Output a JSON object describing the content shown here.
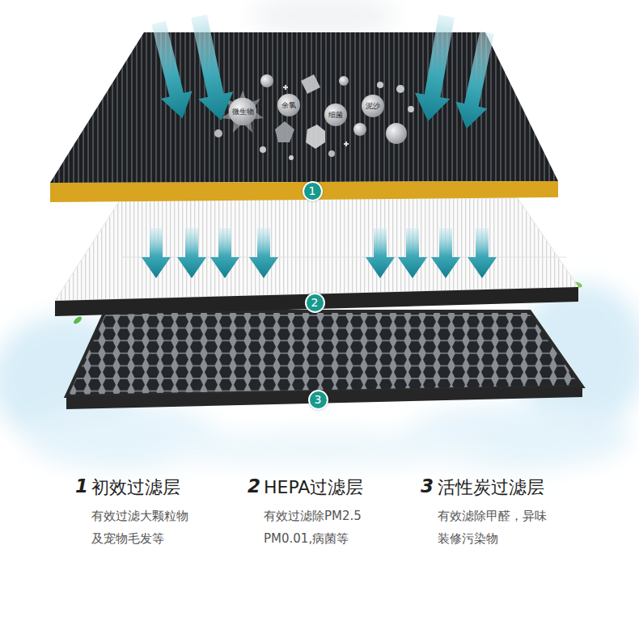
{
  "diagram": {
    "nodes": [
      {
        "text": [
          "1"
        ]
      },
      {
        "text": [
          "2"
        ]
      },
      {
        "text": [
          "3"
        ]
      }
    ],
    "labels": [
      "微生物",
      "余氯",
      "细菌",
      "泥沙",
      "1",
      "初效过滤层",
      "有效过滤大颗粒物 及宠物毛发等",
      "2",
      "HEPA过滤层",
      "有效过滤除PM2.5 PM0.01,病菌等",
      "3",
      "活性炭过滤层",
      "有效滤除甲醛，异味 装修污染物"
    ]
  }
}
